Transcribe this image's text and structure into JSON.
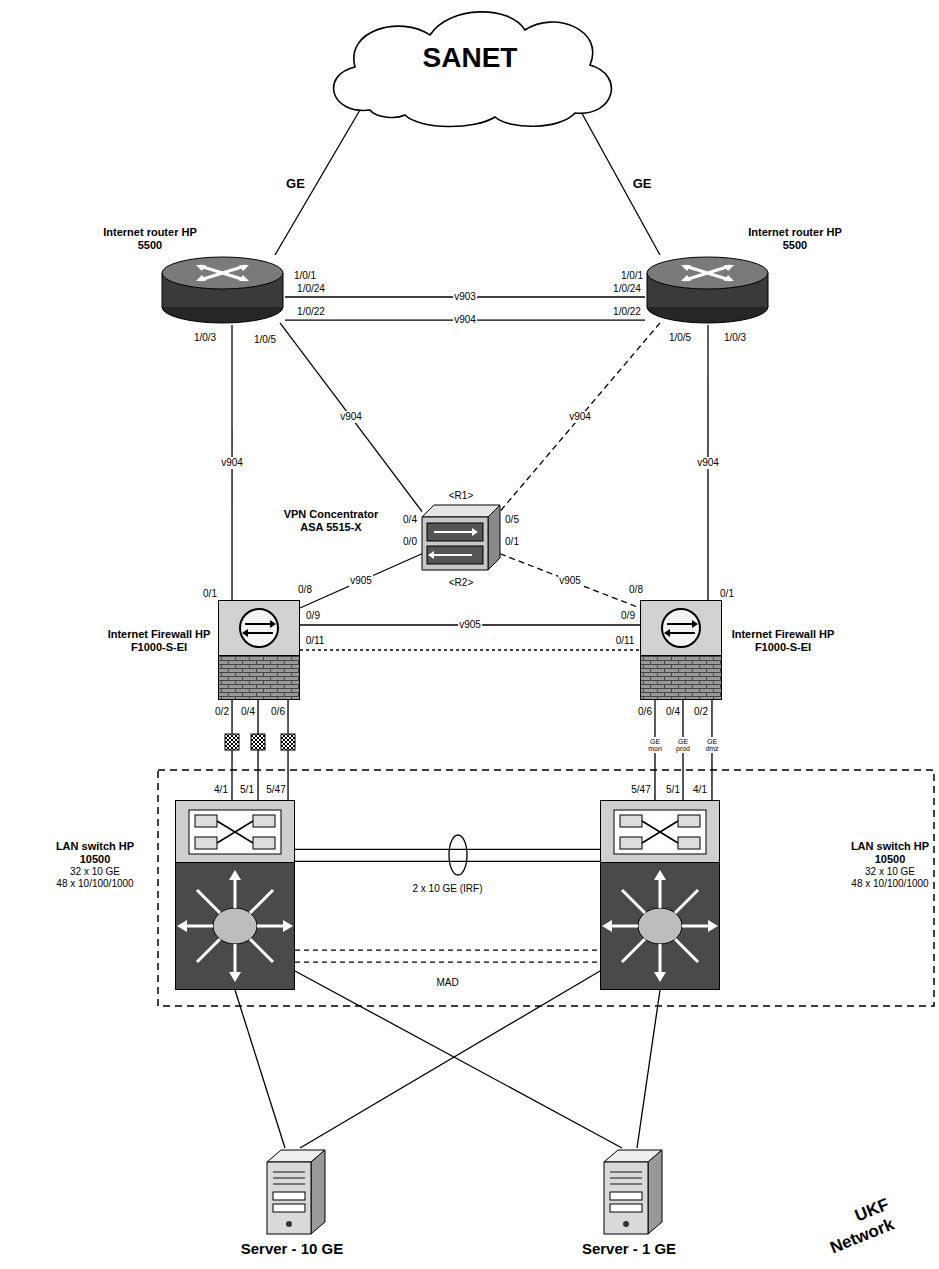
{
  "diagram": {
    "nodes": [
      {
        "text": [
          "SANET"
        ]
      },
      {
        "text": [
          "Internet router HP 5500"
        ]
      },
      {
        "text": [
          "Internet router HP 5500"
        ]
      },
      {
        "text": [
          "VPN Concentrator ASA 5515-X"
        ]
      },
      {
        "text": [
          "Internet Firewall HP F1000-S-EI"
        ]
      },
      {
        "text": [
          "Internet Firewall HP F1000-S-EI"
        ]
      },
      {
        "text": [
          "LAN switch HP 10500",
          "32 x 10 GE",
          "48 x 10/100/1000"
        ]
      },
      {
        "text": [
          "LAN switch HP 10500",
          "32 x 10 GE",
          "48 x 10/100/1000"
        ]
      },
      {
        "text": [
          "Server - 10 GE"
        ]
      },
      {
        "text": [
          "Server - 1 GE"
        ]
      }
    ],
    "edges": [
      {
        "from": 0,
        "to": 1,
        "label": "GE",
        "arrow": "none"
      },
      {
        "from": 0,
        "to": 2,
        "label": "GE",
        "arrow": "none"
      },
      {
        "from": 1,
        "to": 2,
        "label": "v903",
        "arrow": "none"
      },
      {
        "from": 1,
        "to": 2,
        "label": "v904",
        "arrow": "none"
      },
      {
        "from": 1,
        "to": 3,
        "label": "v904",
        "arrow": "none"
      },
      {
        "from": 2,
        "to": 3,
        "label": "v904",
        "arrow": "none"
      },
      {
        "from": 1,
        "to": 4,
        "label": "v904",
        "arrow": "none"
      },
      {
        "from": 2,
        "to": 5,
        "label": "v904",
        "arrow": "none"
      },
      {
        "from": 3,
        "to": 4,
        "label": "v905",
        "arrow": "none"
      },
      {
        "from": 3,
        "to": 5,
        "label": "v905",
        "arrow": "none"
      },
      {
        "from": 4,
        "to": 5,
        "label": "v905",
        "arrow": "none"
      },
      {
        "from": 4,
        "to": 5,
        "arrow": "none"
      },
      {
        "from": 4,
        "to": 6,
        "arrow": "none"
      },
      {
        "from": 4,
        "to": 6,
        "arrow": "none"
      },
      {
        "from": 4,
        "to": 6,
        "arrow": "none"
      },
      {
        "from": 5,
        "to": 7,
        "arrow": "none"
      },
      {
        "from": 5,
        "to": 7,
        "arrow": "none"
      },
      {
        "from": 5,
        "to": 7,
        "arrow": "none"
      },
      {
        "from": 6,
        "to": 7,
        "label": "2 x 10 GE (IRF)",
        "arrow": "none"
      },
      {
        "from": 6,
        "to": 7,
        "label": "MAD",
        "arrow": "none"
      },
      {
        "from": 6,
        "to": 8,
        "arrow": "none"
      },
      {
        "from": 6,
        "to": 9,
        "arrow": "none"
      },
      {
        "from": 7,
        "to": 8,
        "arrow": "none"
      },
      {
        "from": 7,
        "to": 9,
        "arrow": "none"
      }
    ],
    "labels": [
      "1/0/1",
      "1/0/24",
      "1/0/22",
      "1/0/3",
      "1/0/5",
      "1/0/1",
      "1/0/24",
      "1/0/22",
      "1/0/5",
      "1/0/3",
      "<R1>",
      "<R2>",
      "0/4",
      "0/0",
      "0/5",
      "0/1",
      "0/1",
      "0/8",
      "0/9",
      "0/11",
      "0/2",
      "0/4",
      "0/6",
      "0/1",
      "0/8",
      "0/9",
      "0/11",
      "0/6",
      "0/4",
      "0/2",
      "GE mon",
      "GE prod",
      "GE dmz",
      "4/1",
      "5/1",
      "5/47",
      "5/47",
      "5/1",
      "4/1",
      "UKF",
      "Network"
    ]
  }
}
